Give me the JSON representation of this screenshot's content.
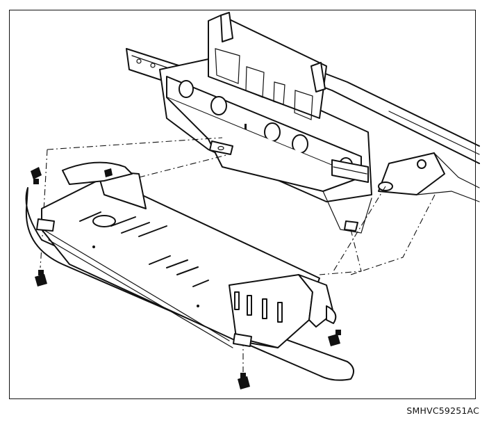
{
  "figure": {
    "code": "SMHVC59251AC"
  },
  "icons": {
    "frame": "crossmember-frame",
    "skid_plate": "skid-plate",
    "fastener": "push-pin-fastener"
  }
}
